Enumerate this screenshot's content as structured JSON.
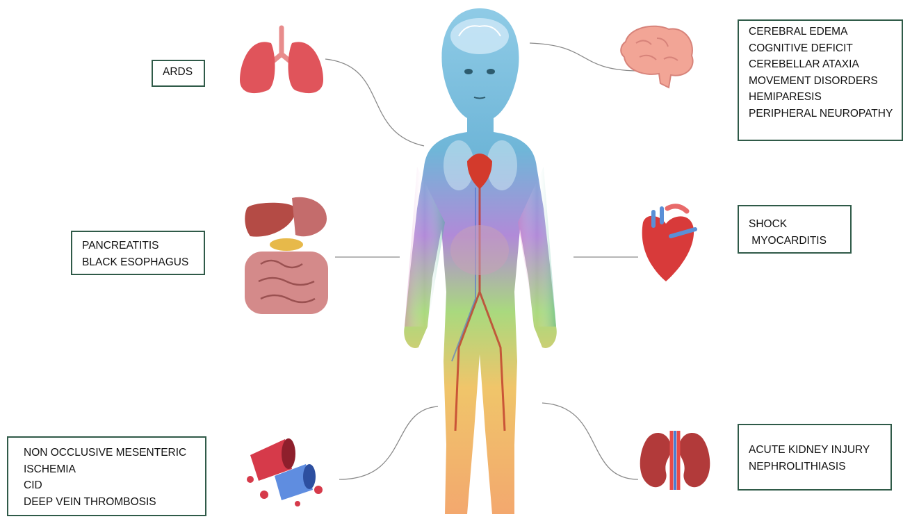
{
  "boxes": {
    "ards": [
      "ARDS"
    ],
    "brain": [
      "CEREBRAL EDEMA",
      "COGNITIVE DEFICIT",
      "CEREBELLAR ATAXIA",
      "MOVEMENT DISORDERS",
      "HEMIPARESIS",
      "PERIPHERAL NEUROPATHY"
    ],
    "gi": [
      "PANCREATITIS",
      "BLACK ESOPHAGUS"
    ],
    "heart": [
      "SHOCK",
      " MYOCARDITIS"
    ],
    "vascular": [
      "NON OCCLUSIVE MESENTERIC",
      "ISCHEMIA",
      "CID",
      "DEEP VEIN THROMBOSIS"
    ],
    "kidney": [
      "ACUTE KIDNEY INJURY",
      "NEPHROLITHIASIS"
    ]
  },
  "icons": {
    "lungs": "lungs-icon",
    "brain": "brain-icon",
    "digestive": "digestive-system-icon",
    "heart": "heart-icon",
    "blood_vessel": "blood-vessel-icon",
    "kidneys": "kidneys-icon",
    "child": "child-body-figure"
  },
  "colors": {
    "box_border": "#2f5a48",
    "connector": "#8a8a8a",
    "organ_red": "#d9534f",
    "body_top": "#7fc4e0",
    "body_mid": "#b58ad6",
    "body_low": "#9fd37a",
    "body_legs": "#f2b36b"
  }
}
